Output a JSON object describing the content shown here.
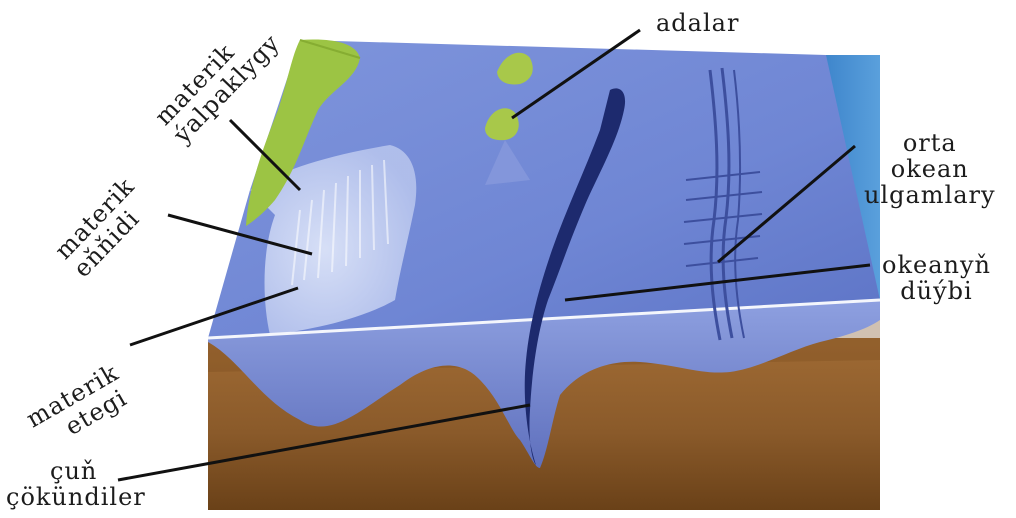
{
  "labels": {
    "shelf": [
      "materik",
      "ýalpaklygy"
    ],
    "slope": [
      "materik",
      "eňňidi"
    ],
    "rise": [
      "materik",
      "etegi"
    ],
    "islands": "adalar",
    "ridge": [
      "orta",
      "okean",
      "ulgamlary"
    ],
    "floor": [
      "okeanyň",
      "düýbi"
    ],
    "trench": [
      "çuň",
      "çökündiler"
    ]
  },
  "colors": {
    "ocean_top": "#6f86d4",
    "ocean_light": "#a9b9ea",
    "shelf_pale": "#dfe6f8",
    "seabed_brown": "#8a5a2a",
    "seabed_dark": "#5a3612",
    "land_green": "#9cc444",
    "water_edge": "#4d8fd0",
    "trench_dark": "#1d2a6e",
    "leader_line": "#111111"
  }
}
